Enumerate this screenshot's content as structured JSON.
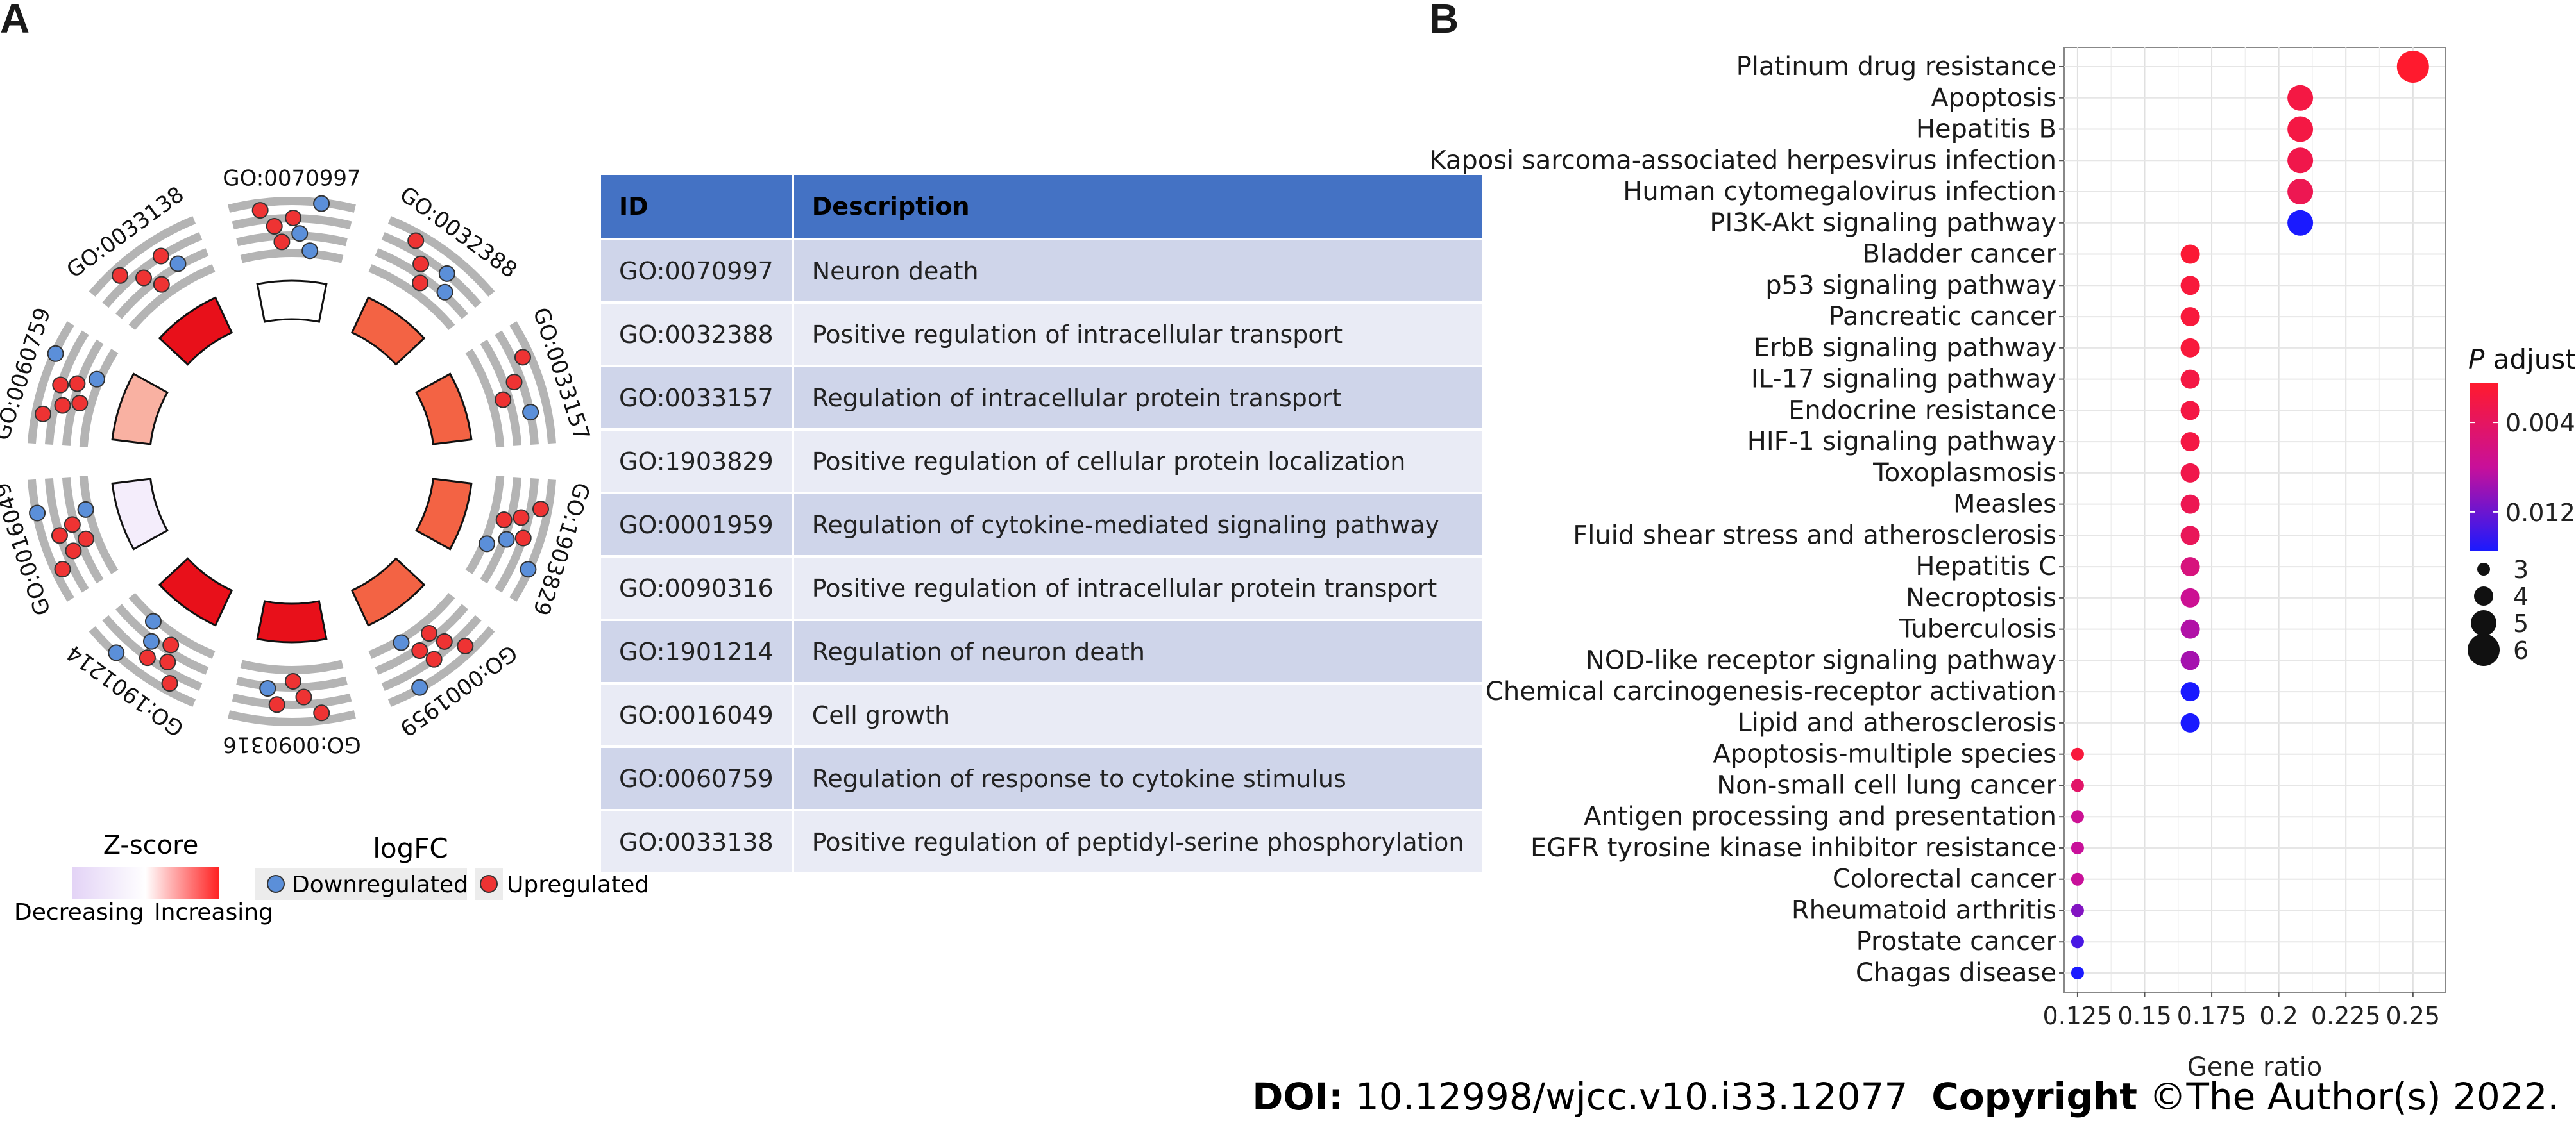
{
  "panels": {
    "a_label": "A",
    "b_label": "B"
  },
  "footer": {
    "doi_label": "DOI:",
    "doi_value": "10.12998/wjcc.v10.i33.12077",
    "copyright_label": "Copyright",
    "copyright_value": "©The Author(s) 2022."
  },
  "chart_data": [
    {
      "type": "circular-go-plot",
      "panel": "A",
      "terms": [
        {
          "id": "GO:0070997",
          "zscore_level": 0.0,
          "up": 4,
          "down": 3
        },
        {
          "id": "GO:0032388",
          "zscore_level": 0.7,
          "up": 3,
          "down": 2
        },
        {
          "id": "GO:0033157",
          "zscore_level": 0.7,
          "up": 3,
          "down": 1
        },
        {
          "id": "GO:1903829",
          "zscore_level": 0.7,
          "up": 4,
          "down": 3
        },
        {
          "id": "GO:0001959",
          "zscore_level": 0.7,
          "up": 5,
          "down": 2
        },
        {
          "id": "GO:0090316",
          "zscore_level": 1.0,
          "up": 4,
          "down": 1
        },
        {
          "id": "GO:1901214",
          "zscore_level": 1.0,
          "up": 4,
          "down": 3
        },
        {
          "id": "GO:0016049",
          "zscore_level": -0.4,
          "up": 5,
          "down": 2
        },
        {
          "id": "GO:0060759",
          "zscore_level": 0.35,
          "up": 5,
          "down": 2
        },
        {
          "id": "GO:0033138",
          "zscore_level": 1.0,
          "up": 4,
          "down": 1
        }
      ],
      "zscore_legend": {
        "title": "Z-score",
        "low": "Decreasing",
        "high": "Increasing",
        "colors": [
          "#e3d3f6",
          "#ffffff",
          "#ff2020"
        ]
      },
      "logfc_legend": {
        "title": "logFC",
        "down_label": "Downregulated",
        "up_label": "Upregulated",
        "down_color": "#5b8fd9",
        "up_color": "#ee3333"
      }
    },
    {
      "type": "table",
      "panel": "A",
      "columns": [
        "ID",
        "Description"
      ],
      "rows": [
        [
          "GO:0070997",
          "Neuron death"
        ],
        [
          "GO:0032388",
          "Positive regulation of intracellular transport"
        ],
        [
          "GO:0033157",
          "Regulation of intracellular protein transport"
        ],
        [
          "GO:1903829",
          "Positive regulation of cellular protein localization"
        ],
        [
          "GO:0001959",
          "Regulation of cytokine-mediated signaling pathway"
        ],
        [
          "GO:0090316",
          "Positive regulation of intracellular protein transport"
        ],
        [
          "GO:1901214",
          "Regulation of neuron death"
        ],
        [
          "GO:0016049",
          "Cell growth"
        ],
        [
          "GO:0060759",
          "Regulation of response to cytokine stimulus"
        ],
        [
          "GO:0033138",
          "Positive regulation of peptidyl-serine phosphorylation"
        ]
      ],
      "header_color": "#4472c4"
    },
    {
      "type": "scatter",
      "panel": "B",
      "xlabel": "Gene ratio",
      "xlim": [
        0.12,
        0.262
      ],
      "xticks": [
        0.125,
        0.15,
        0.175,
        0.2,
        0.225,
        0.25
      ],
      "xtick_labels": [
        "0.125",
        "0.15",
        "0.175",
        "0.2",
        "0.225",
        "0.25"
      ],
      "grid": true,
      "points": [
        {
          "term": "Platinum drug resistance",
          "x": 0.25,
          "count": 6,
          "padj": 0.0005
        },
        {
          "term": "Apoptosis",
          "x": 0.208,
          "count": 5,
          "padj": 0.002
        },
        {
          "term": "Hepatitis B",
          "x": 0.208,
          "count": 5,
          "padj": 0.002
        },
        {
          "term": "Kaposi sarcoma-associated herpesvirus infection",
          "x": 0.208,
          "count": 5,
          "padj": 0.0025
        },
        {
          "term": "Human cytomegalovirus infection",
          "x": 0.208,
          "count": 5,
          "padj": 0.003
        },
        {
          "term": "PI3K-Akt signaling pathway",
          "x": 0.208,
          "count": 5,
          "padj": 0.0155
        },
        {
          "term": "Bladder cancer",
          "x": 0.167,
          "count": 4,
          "padj": 0.001
        },
        {
          "term": "p53 signaling pathway",
          "x": 0.167,
          "count": 4,
          "padj": 0.0015
        },
        {
          "term": "Pancreatic cancer",
          "x": 0.167,
          "count": 4,
          "padj": 0.0015
        },
        {
          "term": "ErbB signaling pathway",
          "x": 0.167,
          "count": 4,
          "padj": 0.0015
        },
        {
          "term": "IL-17 signaling pathway",
          "x": 0.167,
          "count": 4,
          "padj": 0.002
        },
        {
          "term": "Endocrine resistance",
          "x": 0.167,
          "count": 4,
          "padj": 0.002
        },
        {
          "term": "HIF-1 signaling pathway",
          "x": 0.167,
          "count": 4,
          "padj": 0.002
        },
        {
          "term": "Toxoplasmosis",
          "x": 0.167,
          "count": 4,
          "padj": 0.0025
        },
        {
          "term": "Measles",
          "x": 0.167,
          "count": 4,
          "padj": 0.003
        },
        {
          "term": "Fluid shear stress and atherosclerosis",
          "x": 0.167,
          "count": 4,
          "padj": 0.0035
        },
        {
          "term": "Hepatitis C",
          "x": 0.167,
          "count": 4,
          "padj": 0.006
        },
        {
          "term": "Necroptosis",
          "x": 0.167,
          "count": 4,
          "padj": 0.0075
        },
        {
          "term": "Tuberculosis",
          "x": 0.167,
          "count": 4,
          "padj": 0.009
        },
        {
          "term": "NOD-like receptor signaling pathway",
          "x": 0.167,
          "count": 4,
          "padj": 0.0095
        },
        {
          "term": "Chemical carcinogenesis-receptor activation",
          "x": 0.167,
          "count": 4,
          "padj": 0.0155
        },
        {
          "term": "Lipid and atherosclerosis",
          "x": 0.167,
          "count": 4,
          "padj": 0.0155
        },
        {
          "term": "Apoptosis-multiple species",
          "x": 0.125,
          "count": 3,
          "padj": 0.0015
        },
        {
          "term": "Non-small cell lung cancer",
          "x": 0.125,
          "count": 3,
          "padj": 0.0045
        },
        {
          "term": "Antigen processing and presentation",
          "x": 0.125,
          "count": 3,
          "padj": 0.0075
        },
        {
          "term": "EGFR tyrosine kinase inhibitor resistance",
          "x": 0.125,
          "count": 3,
          "padj": 0.008
        },
        {
          "term": "Colorectal cancer",
          "x": 0.125,
          "count": 3,
          "padj": 0.008
        },
        {
          "term": "Rheumatoid arthritis",
          "x": 0.125,
          "count": 3,
          "padj": 0.011
        },
        {
          "term": "Prostate cancer",
          "x": 0.125,
          "count": 3,
          "padj": 0.0135
        },
        {
          "term": "Chagas disease",
          "x": 0.125,
          "count": 3,
          "padj": 0.0155
        }
      ],
      "color_legend": {
        "title_italic": "P",
        "title_rest": "adjust",
        "ticks": [
          0.004,
          0.012
        ],
        "tick_labels": [
          "0.004",
          "0.012"
        ],
        "range": [
          0.0005,
          0.0155
        ],
        "colors": [
          "#ff1a2e",
          "#c8109a",
          "#1a1aff"
        ]
      },
      "size_legend": {
        "values": [
          3,
          4,
          5,
          6
        ],
        "labels": [
          "3",
          "4",
          "5",
          "6"
        ]
      }
    }
  ]
}
